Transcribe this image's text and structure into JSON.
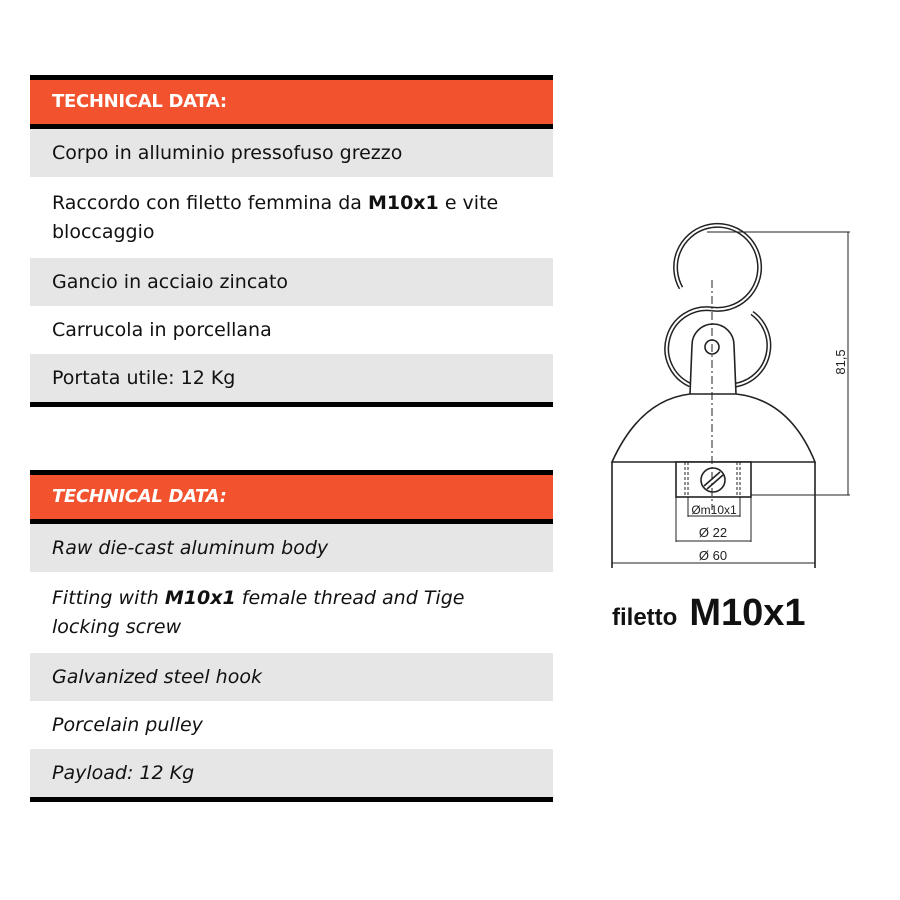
{
  "italian": {
    "header": "TECHNICAL DATA:",
    "rows": [
      {
        "text": "Corpo in alluminio pressofuso grezzo"
      },
      {
        "pre": "Raccordo con filetto femmina da ",
        "bold": "M10x1",
        "post": " e vite bloccaggio"
      },
      {
        "text": "Gancio in acciaio zincato"
      },
      {
        "text": "Carrucola in porcellana"
      },
      {
        "text": "Portata utile: 12 Kg"
      }
    ]
  },
  "english": {
    "header": "TECHNICAL DATA:",
    "rows": [
      {
        "text": "Raw die-cast aluminum body"
      },
      {
        "pre": "Fitting with ",
        "bold": "M10x1",
        "post": " female thread and Tige locking screw"
      },
      {
        "text": "Galvanized steel hook"
      },
      {
        "text": "Porcelain pulley"
      },
      {
        "text": "Payload: 12 Kg"
      }
    ]
  },
  "drawing": {
    "height_dim": "81,5",
    "thread_dim": "Øm10x1",
    "inner_dim": "Ø 22",
    "outer_dim": "Ø 60"
  },
  "caption": {
    "label": "filetto",
    "thread": "M10x1"
  },
  "colors": {
    "accent": "#f2532e",
    "row_gray": "#e6e6e6"
  }
}
